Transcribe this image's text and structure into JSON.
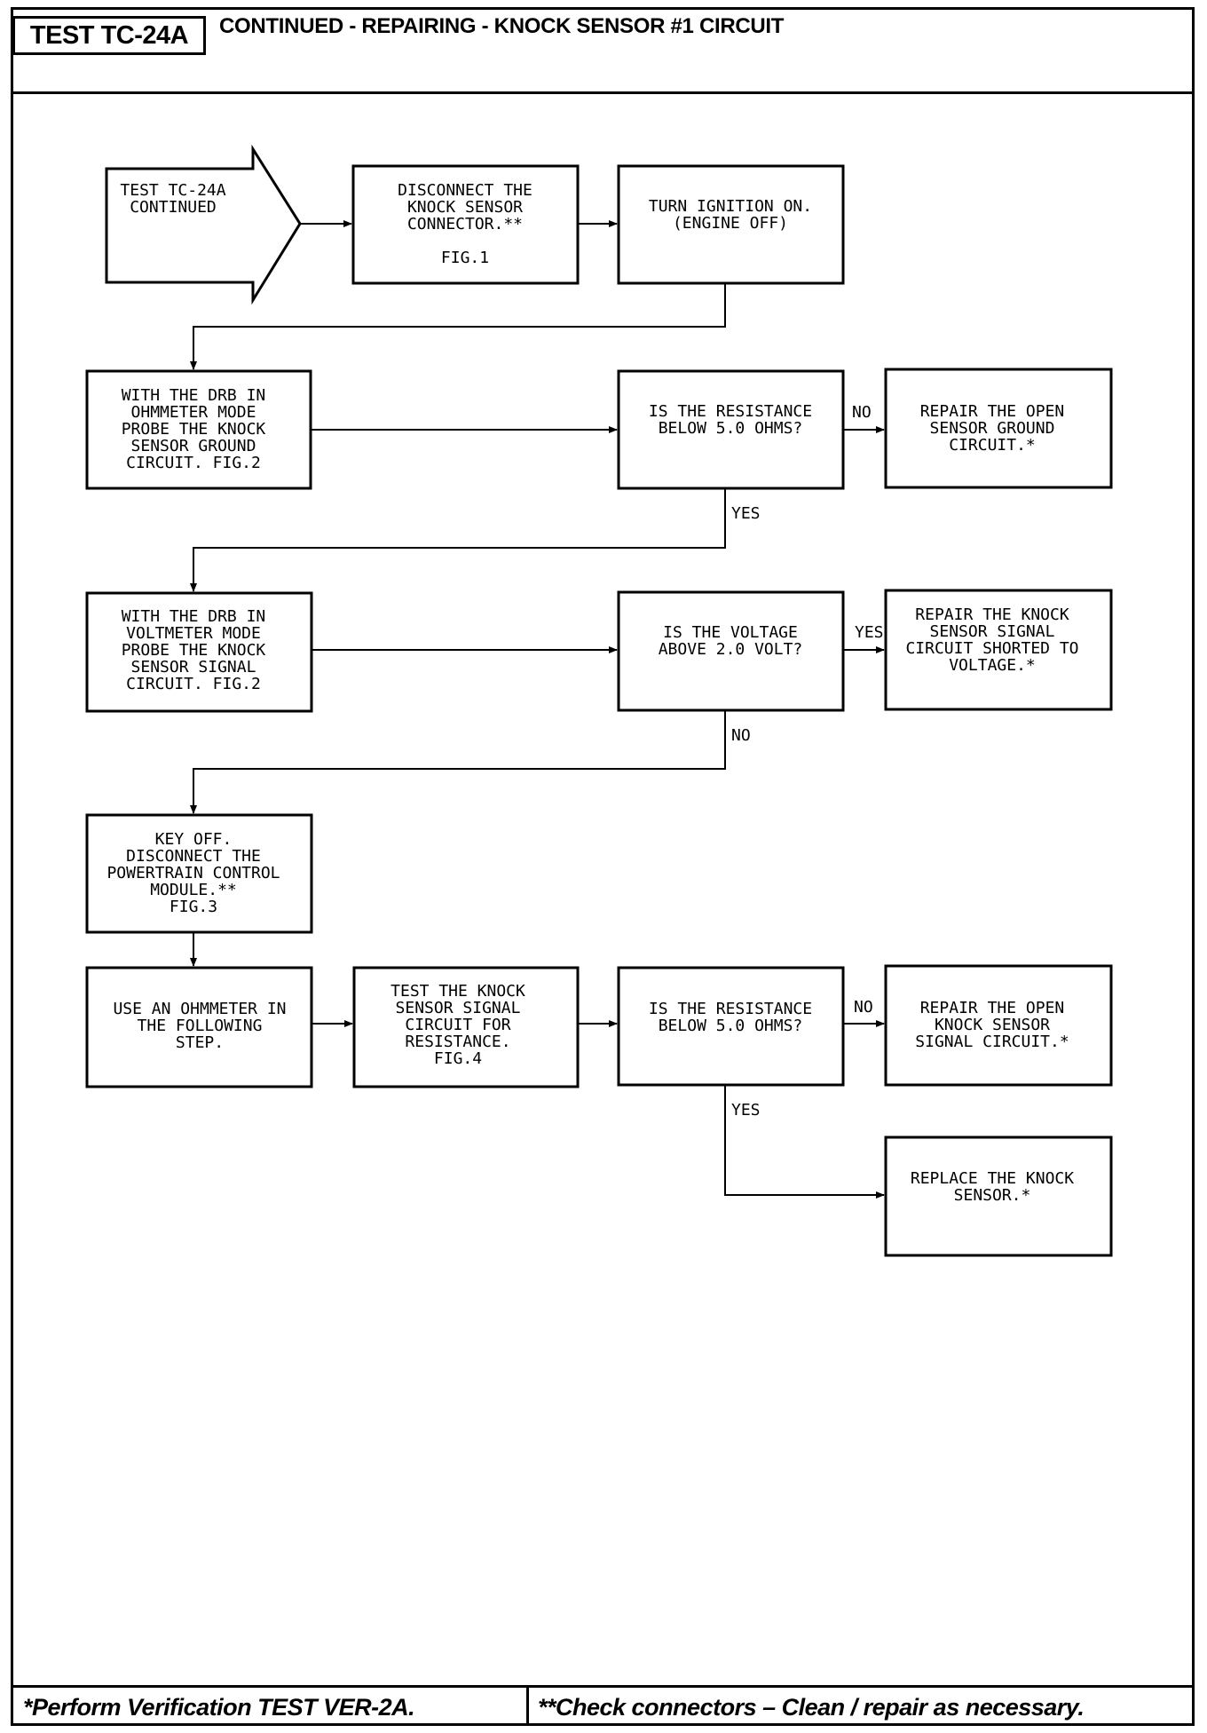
{
  "header": {
    "test_id": "TEST TC-24A",
    "title": "CONTINUED -  REPAIRING - KNOCK SENSOR #1 CIRCUIT"
  },
  "footer": {
    "left": "*Perform Verification TEST VER-2A.",
    "right": "**Check connectors – Clean / repair as necessary."
  },
  "flow": {
    "start": [
      "TEST TC-24A",
      "CONTINUED"
    ],
    "disconnect_sensor": [
      "DISCONNECT THE",
      "KNOCK SENSOR",
      "CONNECTOR.**",
      "",
      "FIG.1"
    ],
    "ignition_on": [
      "TURN IGNITION ON.",
      "(ENGINE OFF)"
    ],
    "probe_ground": [
      "WITH THE DRB IN",
      "OHMMETER MODE",
      "PROBE THE KNOCK",
      "SENSOR GROUND",
      "CIRCUIT. FIG.2"
    ],
    "q_resistance_1": [
      "IS THE RESISTANCE",
      "BELOW 5.0 OHMS?"
    ],
    "repair_ground": [
      "REPAIR THE OPEN",
      "SENSOR GROUND",
      "CIRCUIT.*"
    ],
    "probe_signal": [
      "WITH THE DRB IN",
      "VOLTMETER MODE",
      "PROBE THE KNOCK",
      "SENSOR SIGNAL",
      "CIRCUIT. FIG.2"
    ],
    "q_voltage": [
      "IS THE VOLTAGE",
      "ABOVE 2.0 VOLT?"
    ],
    "repair_short": [
      "REPAIR THE KNOCK",
      "SENSOR SIGNAL",
      "CIRCUIT SHORTED TO",
      "VOLTAGE.*"
    ],
    "key_off": [
      "KEY OFF.",
      "DISCONNECT THE",
      "POWERTRAIN CONTROL",
      "MODULE.**",
      "FIG.3"
    ],
    "use_ohmmeter": [
      "USE AN OHMMETER IN",
      "THE FOLLOWING",
      "STEP."
    ],
    "test_signal": [
      "TEST THE KNOCK",
      "SENSOR SIGNAL",
      "CIRCUIT FOR",
      "RESISTANCE.",
      "FIG.4"
    ],
    "q_resistance_2": [
      "IS THE RESISTANCE",
      "BELOW 5.0 OHMS?"
    ],
    "repair_open_signal": [
      "REPAIR THE OPEN",
      "KNOCK SENSOR",
      "SIGNAL CIRCUIT.*"
    ],
    "replace_sensor": [
      "REPLACE THE KNOCK",
      "SENSOR.*"
    ]
  },
  "labels": {
    "no_1": "NO",
    "yes_1": "YES",
    "yes_2": "YES",
    "no_2": "NO",
    "no_3": "NO",
    "yes_3": "YES"
  }
}
